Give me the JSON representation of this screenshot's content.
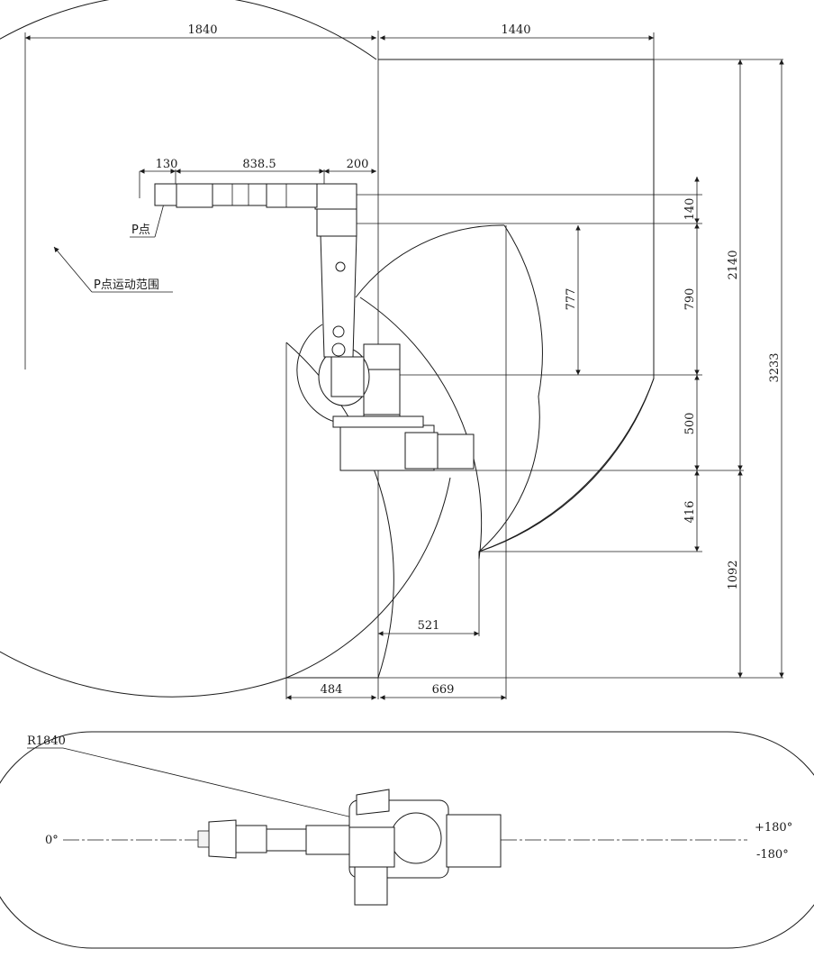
{
  "side_view": {
    "dims": {
      "d1840": "1840",
      "d1440": "1440",
      "d130": "130",
      "d838": "838.5",
      "d200": "200",
      "d140": "140",
      "d790": "790",
      "d777": "777",
      "d500": "500",
      "d2140": "2140",
      "d3233": "3233",
      "d416": "416",
      "d1092": "1092",
      "d521": "521",
      "d484": "484",
      "d669": "669"
    },
    "labels": {
      "p_point": "P点",
      "p_range": "P点运动范围"
    }
  },
  "top_view": {
    "radius_label": "R1840",
    "angle_zero": "0°",
    "angle_pos": "+180°",
    "angle_neg": "-180°"
  }
}
